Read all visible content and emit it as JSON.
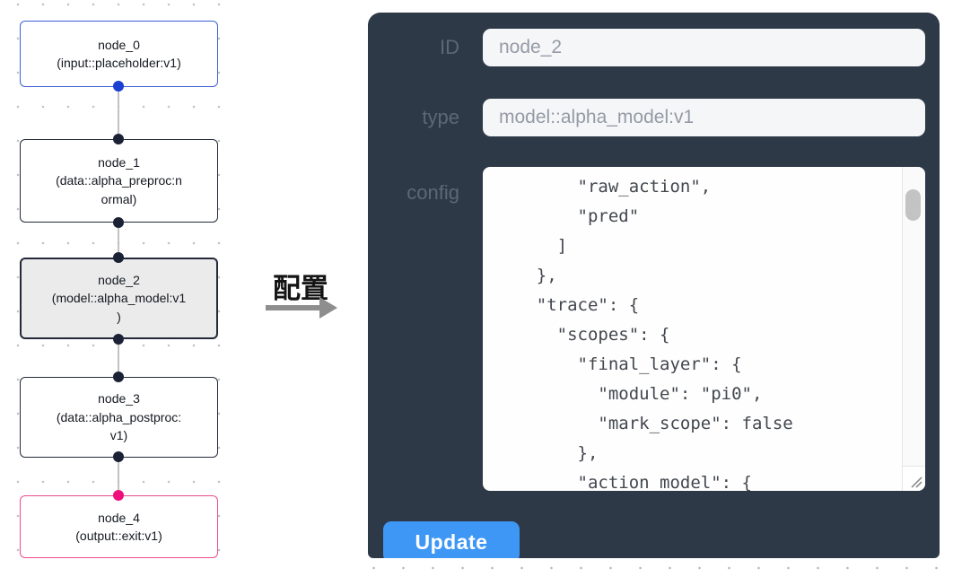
{
  "colors": {
    "panel_bg": "#2e3947",
    "update_button_bg": "#3e97f5",
    "input_node_border": "#3f5fd6",
    "default_node_border": "#232939",
    "output_node_border": "#eb4d8f",
    "selected_node_bg": "#ebebeb",
    "handle_blue": "#1a3fd1",
    "handle_dark": "#1c2236",
    "handle_pink": "#ef0f7c"
  },
  "flow": {
    "nodes": [
      {
        "title": "node_0",
        "subtitle": "(input::placeholder:v1)"
      },
      {
        "title": "node_1",
        "subtitle": "(data::alpha_preproc:n\normal)"
      },
      {
        "title": "node_2",
        "subtitle": "(model::alpha_model:v1\n)"
      },
      {
        "title": "node_3",
        "subtitle": "(data::alpha_postproc:\nv1)"
      },
      {
        "title": "node_4",
        "subtitle": "(output::exit:v1)"
      }
    ]
  },
  "transfer": {
    "label": "配置"
  },
  "panel": {
    "id_label": "ID",
    "id_value": "node_2",
    "type_label": "type",
    "type_value": "model::alpha_model:v1",
    "config_label": "config",
    "config_text": "        \"raw_action\",\n        \"pred\"\n      ]\n    },\n    \"trace\": {\n      \"scopes\": {\n        \"final_layer\": {\n          \"module\": \"pi0\",\n          \"mark_scope\": false\n        },\n        \"action_model\": {",
    "update_label": "Update"
  }
}
